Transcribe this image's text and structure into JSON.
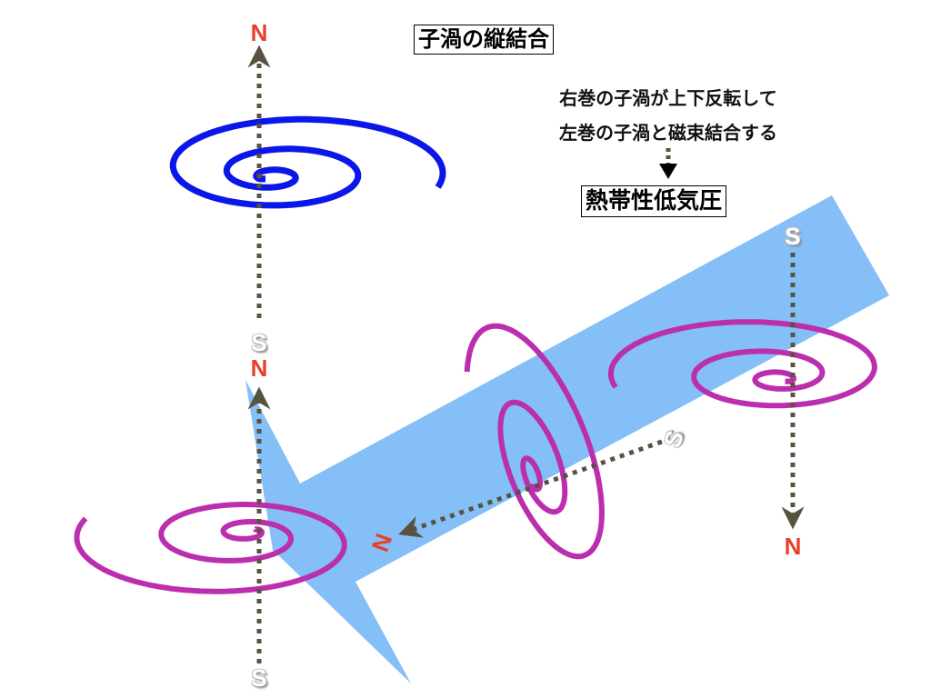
{
  "title": "子渦の縦結合",
  "note": {
    "line1": "右巻の子渦が上下反転して",
    "line2": "左巻の子渦と磁束結合する"
  },
  "result_label": "熱帯性低気圧",
  "poles": {
    "top_n": "N",
    "upper_s": "S",
    "lower_n": "N",
    "bottom_s": "S",
    "right_s": "S",
    "right_n": "N",
    "diag_s": "S",
    "diag_n": "N"
  },
  "colors": {
    "blue_vortex": "#0a17e8",
    "magenta_vortex": "#bb2fae",
    "band": "#84bff8",
    "north": "#e8402a",
    "arrow": "#57533f"
  }
}
